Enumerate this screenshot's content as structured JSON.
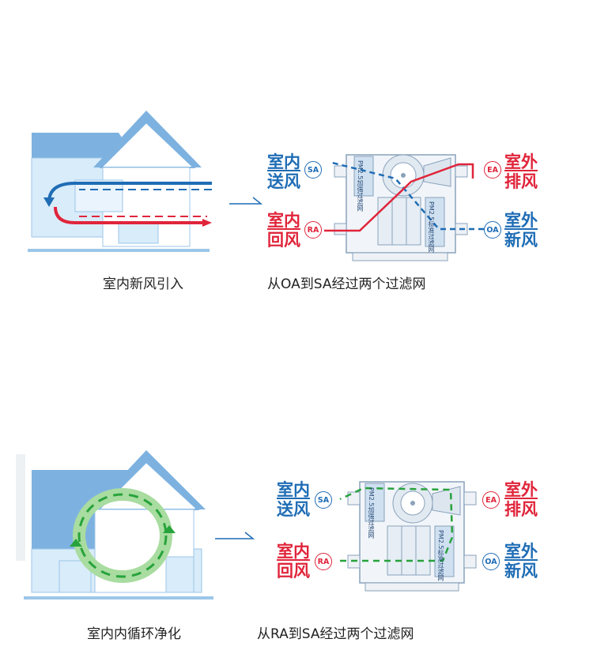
{
  "top": {
    "left_caption": "室内新风引入",
    "right_caption": "从OA到SA经过两个过滤网",
    "labels": {
      "sa_line1": "室内",
      "sa_line2": "送风",
      "ra_line1": "室内",
      "ra_line2": "回风",
      "ea_line1": "室外",
      "ea_line2": "排风",
      "oa_line1": "室外",
      "oa_line2": "新风"
    },
    "badges": {
      "sa": "SA",
      "ra": "RA",
      "ea": "EA",
      "oa": "OA"
    },
    "filters": {
      "upper": "PM2.5加强过滤网",
      "lower": "PM2.5标准过滤网"
    }
  },
  "bottom": {
    "left_caption": "室内内循环净化",
    "right_caption": "从RA到SA经过两个过滤网",
    "labels": {
      "sa_line1": "室内",
      "sa_line2": "送风",
      "ra_line1": "室内",
      "ra_line2": "回风",
      "ea_line1": "室外",
      "ea_line2": "排风",
      "oa_line1": "室外",
      "oa_line2": "新风"
    },
    "badges": {
      "sa": "SA",
      "ra": "RA",
      "ea": "EA",
      "oa": "OA"
    },
    "filters": {
      "upper": "PM2.5加强过滤网",
      "lower": "PM2.5标准过滤网"
    }
  },
  "colors": {
    "blue": "#1f6db5",
    "red": "#e0253b",
    "green": "#27a33c",
    "house": "#7db2e0",
    "house_light": "#d9ecfa"
  }
}
